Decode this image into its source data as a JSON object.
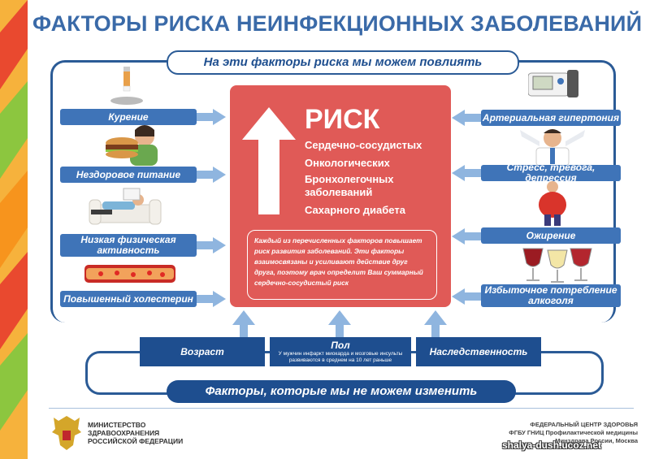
{
  "title": "ФАКТОРЫ РИСКА НЕИНФЕКЦИОННЫХ ЗАБОЛЕВАНИЙ",
  "top_banner": "На эти факторы риска мы можем повлиять",
  "left_factors": [
    {
      "label": "Курение",
      "icon": "cigarette-icon"
    },
    {
      "label": "Нездоровое питание",
      "icon": "burger-eating-icon"
    },
    {
      "label": "Низкая физическая активность",
      "icon": "couch-person-icon"
    },
    {
      "label": "Повышенный холестерин",
      "icon": "artery-icon"
    }
  ],
  "right_factors": [
    {
      "label": "Артериальная гипертония",
      "icon": "blood-pressure-monitor-icon"
    },
    {
      "label": "Стресс, тревога, депрессия",
      "icon": "stressed-man-icon"
    },
    {
      "label": "Ожирение",
      "icon": "obese-person-icon"
    },
    {
      "label": "Избыточное потребление алкоголя",
      "icon": "wine-glasses-icon"
    }
  ],
  "risk": {
    "title": "РИСК",
    "items": [
      "Сердечно-сосудистых",
      "Онкологических",
      "Бронхолегочных заболеваний",
      "Сахарного диабета"
    ],
    "note": "Каждый из перечисленных факторов повышает риск развития заболеваний. Эти факторы взаимосвязаны и усиливают действие друг друга, поэтому врач определит Ваш суммарный сердечно-сосудистый риск"
  },
  "fixed_factors": [
    {
      "label": "Возраст"
    },
    {
      "label": "Пол",
      "detail": "У мужчин инфаркт миокарда и мозговые инсульты развиваются в среднем на 10 лет раньше"
    },
    {
      "label": "Наследственность"
    }
  ],
  "bottom_banner": "Факторы, которые мы не можем изменить",
  "footer": {
    "ministry": [
      "МИНИСТЕРСТВО",
      "ЗДРАВООХРАНЕНИЯ",
      "РОССИЙСКОЙ ФЕДЕРАЦИИ"
    ],
    "center": [
      "ФЕДЕРАЛЬНЫЙ ЦЕНТР ЗДОРОВЬЯ",
      "ФГБУ ГНИЦ Профилактической медицины",
      "Минздрава России, Москва"
    ],
    "watermark": "shalya-dush.ucoz.net"
  },
  "colors": {
    "accent": "#2b5b96",
    "risk": "#e05a57",
    "arrow": "#8fb5df"
  }
}
